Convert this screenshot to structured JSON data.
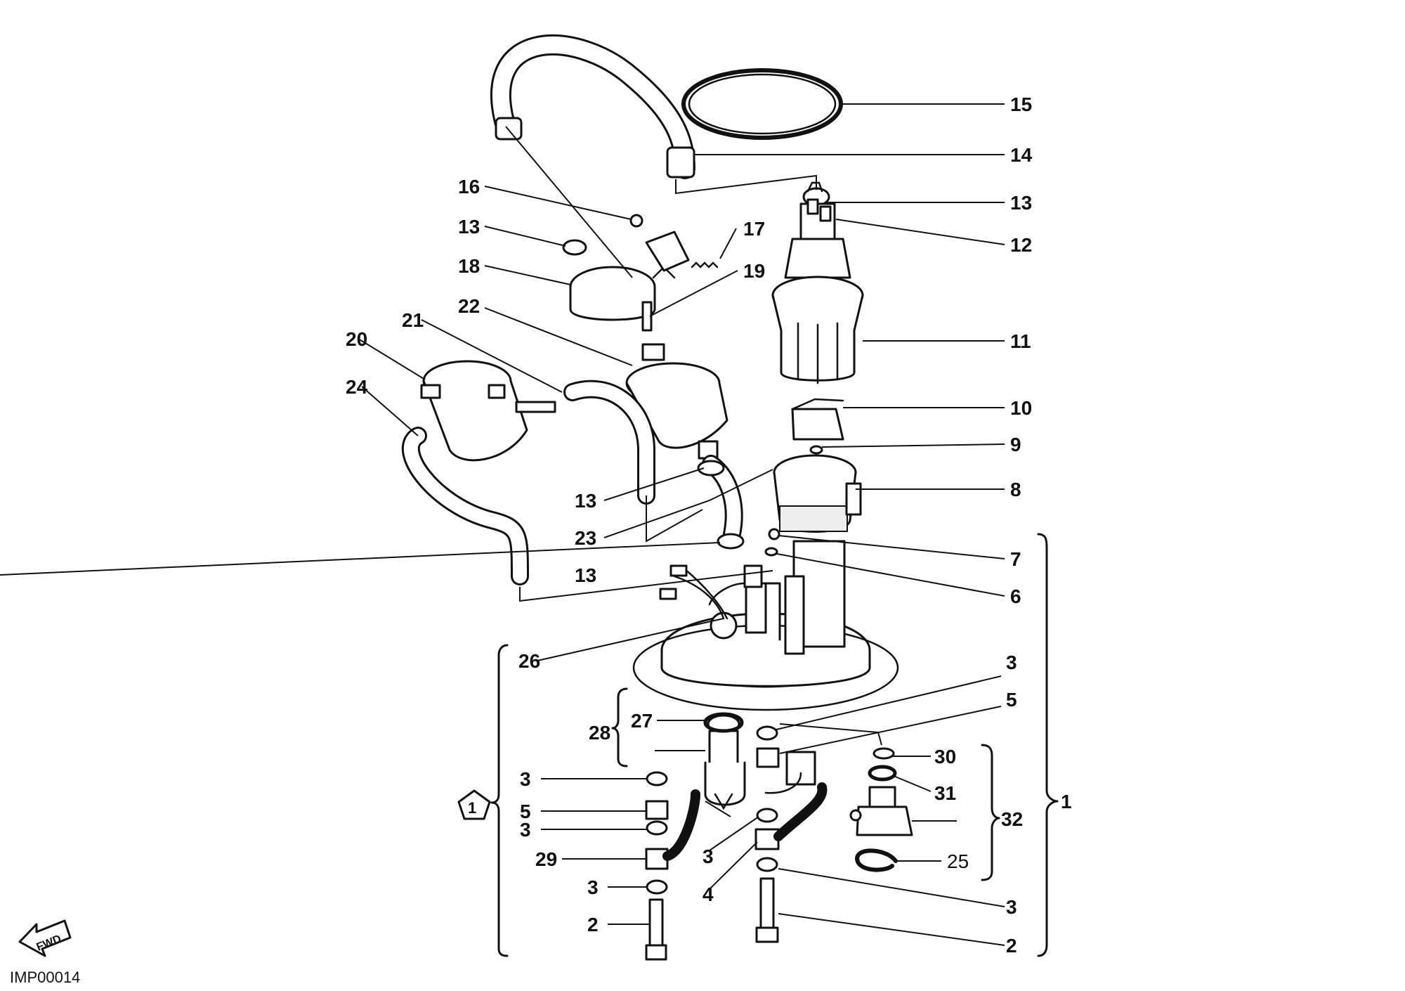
{
  "diagram": {
    "drawing_code": "IMP00014",
    "fwd_label": "FWD",
    "assembly_symbol": "1",
    "callouts": {
      "c15": "15",
      "c14": "14",
      "c13a": "13",
      "c12": "12",
      "c11": "11",
      "c10": "10",
      "c9": "9",
      "c8": "8",
      "c7": "7",
      "c6": "6",
      "c16": "16",
      "c13b": "13",
      "c18": "18",
      "c17": "17",
      "c19": "19",
      "c22": "22",
      "c21": "21",
      "c20": "20",
      "c24": "24",
      "c13c": "13",
      "c23": "23",
      "c13d": "13",
      "c26": "26",
      "c3a": "3",
      "c5a": "5",
      "c28": "28",
      "c27": "27",
      "c30": "30",
      "c31": "31",
      "c32": "32",
      "c1": "1",
      "c25": "25",
      "c3b": "3",
      "c5b": "5",
      "c3c": "3",
      "c29": "29",
      "c3d": "3",
      "c2a": "2",
      "c3e": "3",
      "c4": "4",
      "c3f": "3",
      "c2b": "2"
    }
  }
}
